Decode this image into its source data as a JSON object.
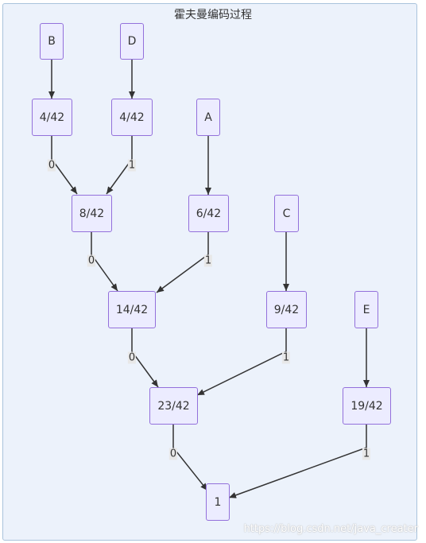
{
  "title": "霍夫曼编码过程",
  "nodes": {
    "b": "B",
    "d": "D",
    "b_weight": "4/42",
    "d_weight": "4/42",
    "a": "A",
    "bd_sum": "8/42",
    "a_weight": "6/42",
    "c": "C",
    "bda_sum": "14/42",
    "c_weight": "9/42",
    "e": "E",
    "bdac_sum": "23/42",
    "e_weight": "19/42",
    "root": "1"
  },
  "edge_labels": {
    "bw_bd": "0",
    "dw_bd": "1",
    "bd_bda": "0",
    "aw_bda": "1",
    "bda_bdac": "0",
    "cw_bdac": "1",
    "bdac_root": "0",
    "ew_root": "1"
  },
  "watermark": "https://blog.csdn.net/java_creater",
  "colors": {
    "node_fill": "#ececff",
    "node_border": "#9370db",
    "edge": "#333333",
    "background": "#ecf2fb"
  }
}
